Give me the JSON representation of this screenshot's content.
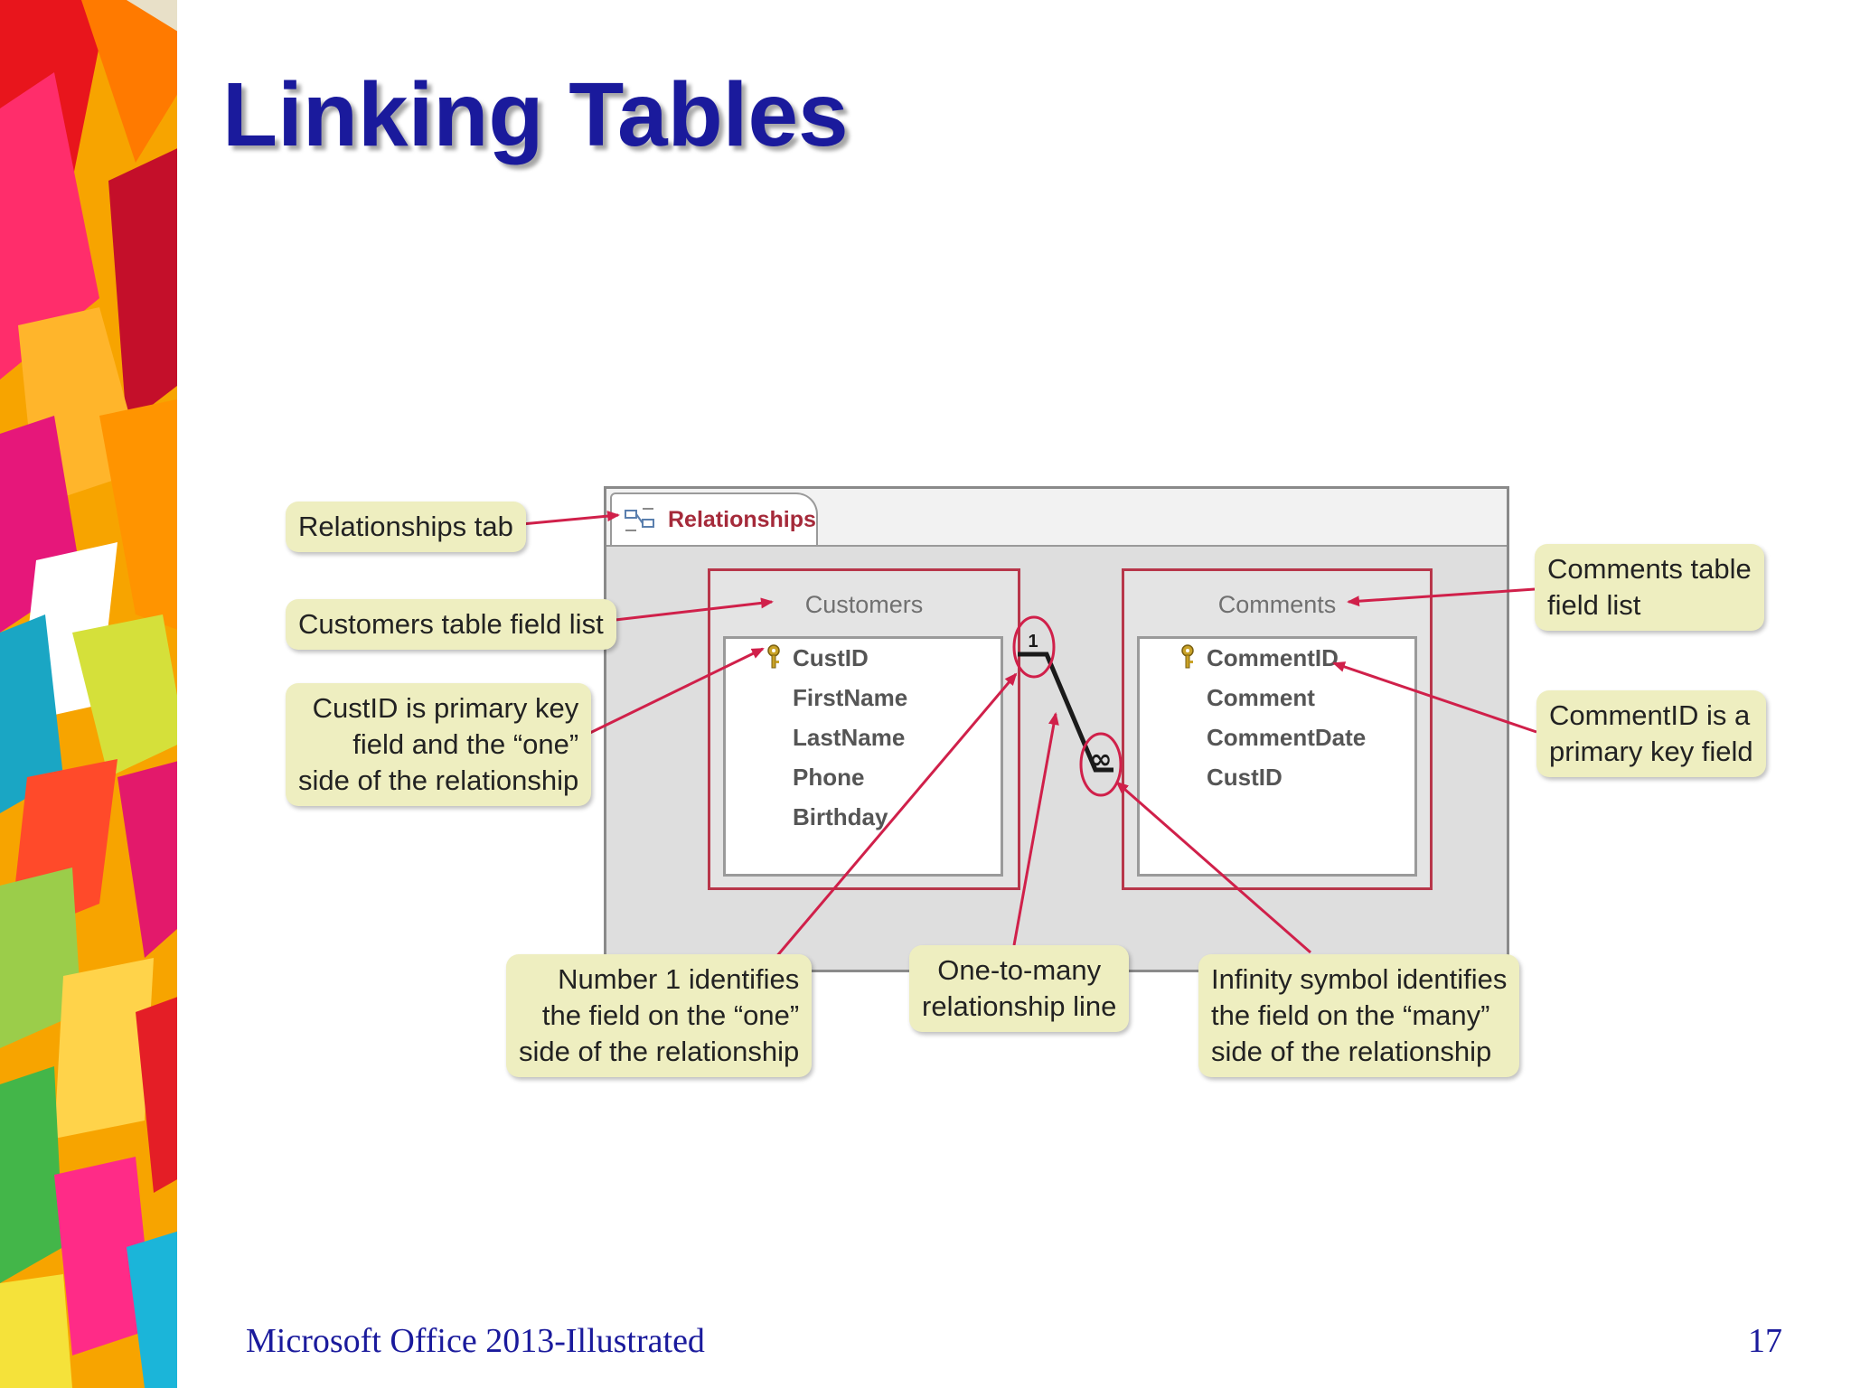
{
  "slide": {
    "title": "Linking Tables",
    "footer": "Microsoft Office 2013-Illustrated",
    "page_number": "17"
  },
  "figure": {
    "tab_label": "Relationships",
    "tab_icon": "relationships-icon",
    "customers": {
      "name": "Customers",
      "fields": [
        "CustID",
        "FirstName",
        "LastName",
        "Phone",
        "Birthday"
      ],
      "primary_key": "CustID"
    },
    "comments": {
      "name": "Comments",
      "fields": [
        "CommentID",
        "Comment",
        "CommentDate",
        "CustID"
      ],
      "primary_key": "CommentID"
    },
    "one_symbol": "1",
    "many_symbol": "∞",
    "callouts": {
      "relationships_tab": [
        "Relationships tab"
      ],
      "customers_field_list": [
        "Customers table field list"
      ],
      "custid_primary_key": [
        "CustID is primary key",
        "field and the “one”",
        "side of the relationship"
      ],
      "comments_field_list": [
        "Comments table",
        "field list"
      ],
      "commentid_primary_key": [
        "CommentID is a",
        "primary key field"
      ],
      "number_one": [
        "Number 1 identifies",
        "the field on the “one”",
        "side of the relationship"
      ],
      "one_to_many_line": [
        "One-to-many",
        "relationship line"
      ],
      "infinity_symbol": [
        "Infinity symbol identifies",
        "the field on the “many”",
        "side of the relationship"
      ]
    },
    "colors": {
      "title": "#1a1a9c",
      "callout_fill": "#eeeec0",
      "arrow": "#d0204a",
      "table_border": "#b8364a"
    }
  }
}
